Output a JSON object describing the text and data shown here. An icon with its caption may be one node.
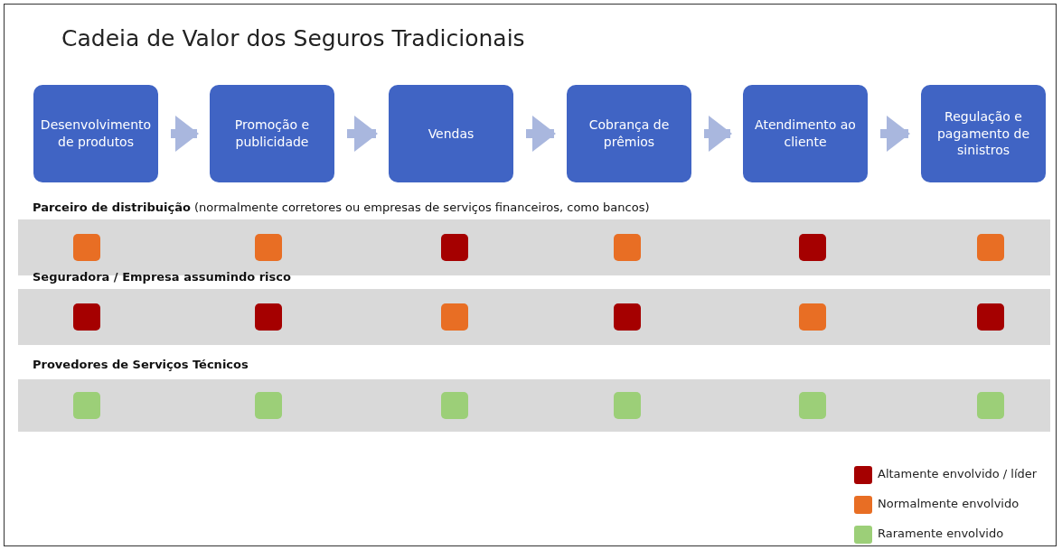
{
  "diagram": {
    "title": "Cadeia de Valor dos Seguros Tradicionais",
    "nodes": [
      {
        "text": [
          "Desenvolvimento de produtos"
        ]
      },
      {
        "text": [
          "Promoção e publicidade"
        ]
      },
      {
        "text": [
          "Vendas"
        ]
      },
      {
        "text": [
          "Cobrança de prêmios"
        ]
      },
      {
        "text": [
          "Atendimento ao cliente"
        ]
      },
      {
        "text": [
          "Regulação e pagamento de sinistros"
        ]
      },
      {
        "text": [
          "**Parceiro de distribuição** (normalmente corretores ou empresas de serviços financeiros, como bancos)"
        ]
      },
      {
        "text": [
          "Seguradora / Empresa assumindo risco"
        ]
      },
      {
        "text": [
          "Provedores de Serviços Técnicos"
        ]
      }
    ],
    "edges": [
      {
        "from": 0,
        "to": 1,
        "arrow": "to"
      },
      {
        "from": 1,
        "to": 2,
        "arrow": "to"
      },
      {
        "from": 2,
        "to": 3,
        "arrow": "to"
      },
      {
        "from": 3,
        "to": 4,
        "arrow": "to"
      },
      {
        "from": 4,
        "to": 5,
        "arrow": "to"
      }
    ],
    "legend": [
      {
        "text": "Altamente envolvido / líder",
        "color": "#a50000"
      },
      {
        "text": "Normalmente envolvido",
        "color": "#e86e24"
      },
      {
        "text": "Raramente envolvido",
        "color": "#9ccf78"
      }
    ]
  }
}
